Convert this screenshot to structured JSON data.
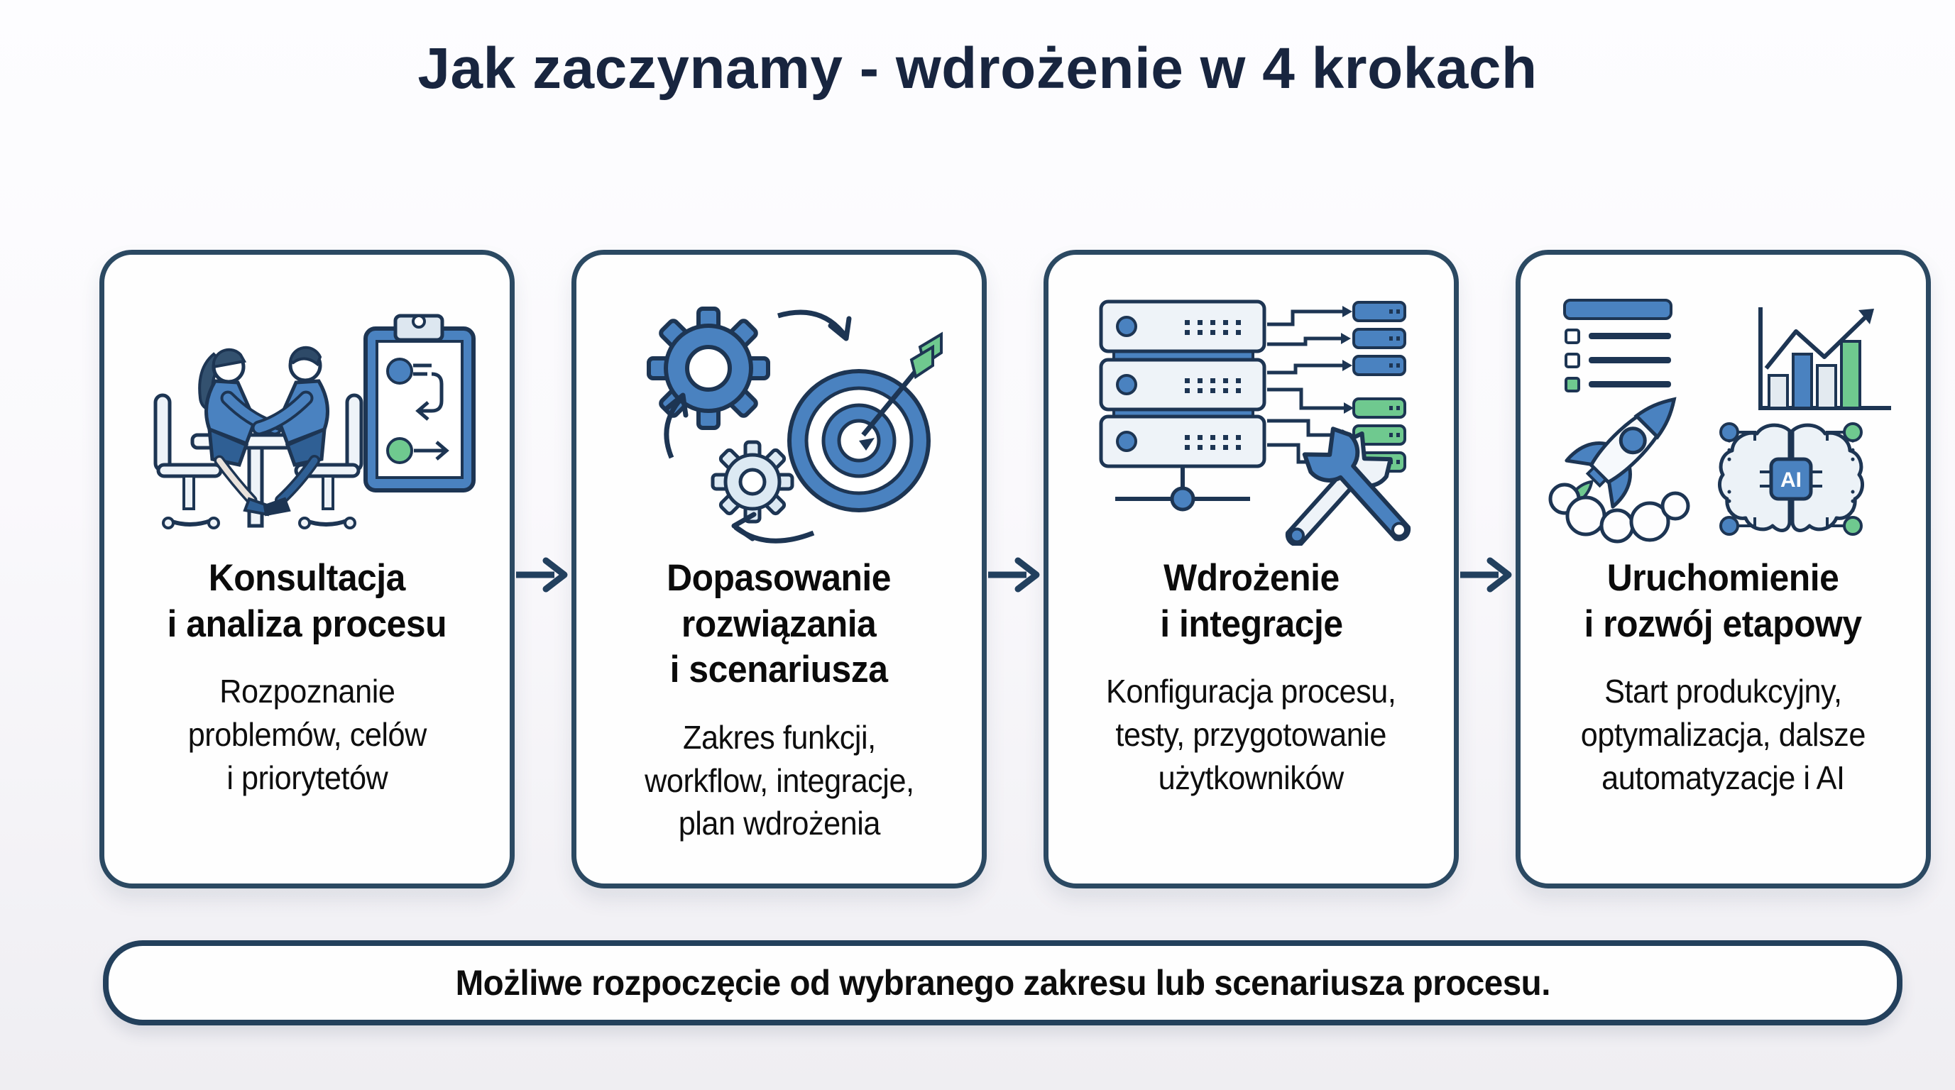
{
  "page": {
    "title": "Jak zaczynamy - wdrożenie w 4 krokach"
  },
  "steps": [
    {
      "icon": "consultation-icon",
      "title": "Konsultacja\ni analiza procesu",
      "description": "Rozpoznanie\nproblemów, celów\ni priorytetów"
    },
    {
      "icon": "gears-target-icon",
      "title": "Dopasowanie\nrozwiązania\ni scenariusza",
      "description": "Zakres funkcji,\nworkflow, integracje,\nplan wdrożenia"
    },
    {
      "icon": "servers-tools-icon",
      "title": "Wdrożenie\ni integracje",
      "description": "Konfiguracja procesu,\ntesty, przygotowanie\nużytkowników"
    },
    {
      "icon": "rocket-growth-ai-icon",
      "title": "Uruchomienie\ni rozwój etapowy",
      "description": "Start produkcyjny,\noptymalizacja, dalsze\nautomatyzacje i AI"
    }
  ],
  "footer": {
    "note": "Możliwe rozpoczęcie od wybranego zakresu lub scenariusza procesu."
  },
  "icon_labels": {
    "ai_chip": "AI"
  },
  "colors": {
    "accent_blue": "#4a82c0",
    "outline_navy": "#1d3553",
    "accent_green": "#6fc98f",
    "title_navy": "#18253f",
    "card_border": "#2b4962"
  }
}
